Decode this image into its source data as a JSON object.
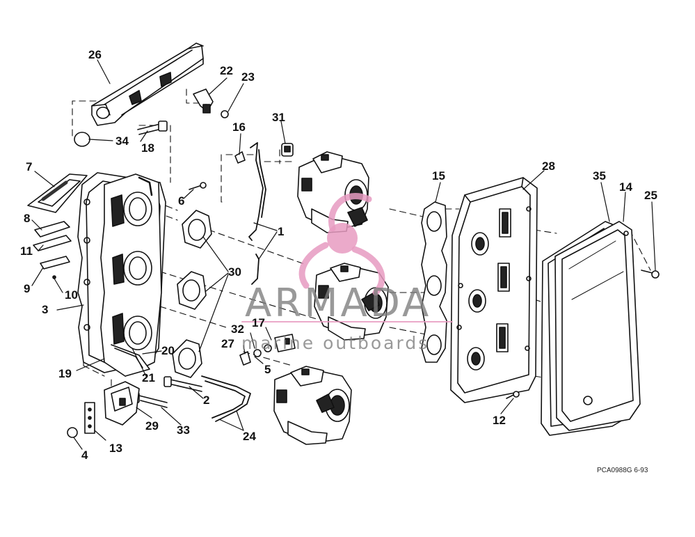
{
  "watermark": {
    "title": "ARMADA",
    "subtitle": "marine outboards",
    "accent_color": "#e79bc1",
    "text_color": "#7d7d7d"
  },
  "drawing_code": "PCA0988G  6-93",
  "part_labels": {
    "p1": "1",
    "p2": "2",
    "p3": "3",
    "p4": "4",
    "p5": "5",
    "p6": "6",
    "p7": "7",
    "p8": "8",
    "p9": "9",
    "p10": "10",
    "p11": "11",
    "p12": "12",
    "p13": "13",
    "p14": "14",
    "p15": "15",
    "p16": "16",
    "p17": "17",
    "p18": "18",
    "p19": "19",
    "p20": "20",
    "p21": "21",
    "p22": "22",
    "p23": "23",
    "p24": "24",
    "p25": "25",
    "p26": "26",
    "p27": "27",
    "p28": "28",
    "p29": "29",
    "p30": "30",
    "p31": "31",
    "p32": "32",
    "p33": "33",
    "p34": "34",
    "p35": "35"
  }
}
